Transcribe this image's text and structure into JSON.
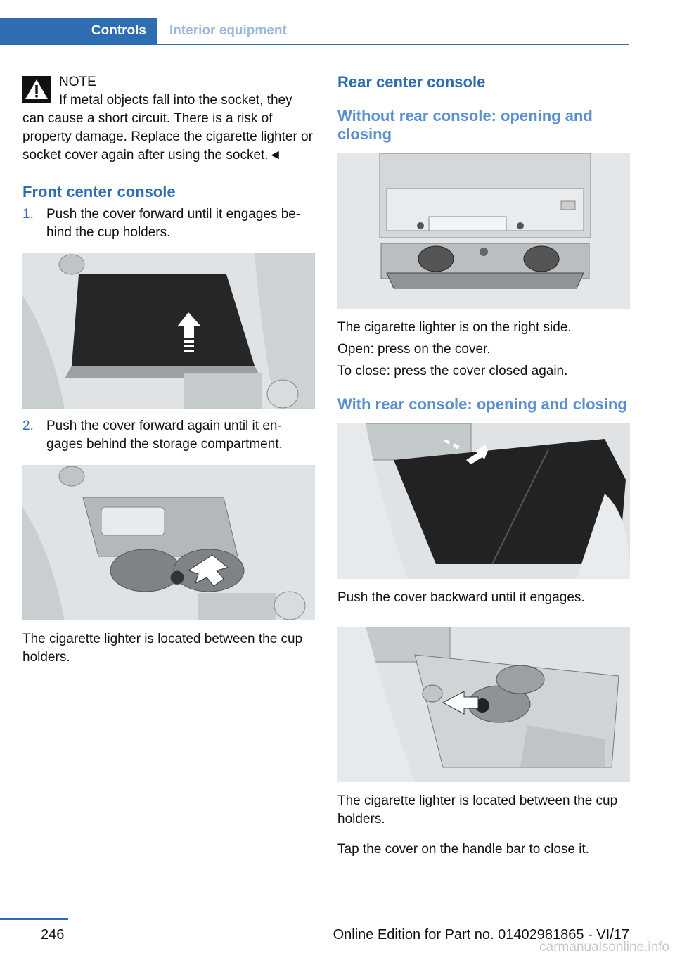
{
  "header": {
    "tab_active": "Controls",
    "tab_inactive": "Interior equipment"
  },
  "note": {
    "icon": "warning-triangle-icon",
    "title": "NOTE",
    "line1": "If metal objects fall into the socket, they",
    "rest": "can cause a short circuit. There is a risk of property damage. Replace the cigarette lighter or socket cover again after using the socket.◄"
  },
  "front": {
    "heading": "Front center console",
    "step1_num": "1.",
    "step1_text": "Push the cover forward until it engages be-hind the cup holders.",
    "step2_num": "2.",
    "step2_text": "Push the cover forward again until it en-gages behind the storage compartment.",
    "caption": "The cigarette lighter is located between the cup holders."
  },
  "rear": {
    "heading": "Rear center console",
    "sub1": "Without rear console: opening and closing",
    "p1": "The cigarette lighter is on the right side.",
    "p2": "Open: press on the cover.",
    "p3": "To close: press the cover closed again.",
    "sub2": "With rear console: opening and closing",
    "p4": "Push the cover backward until it engages.",
    "p5": "The cigarette lighter is located between the cup holders.",
    "p6": "Tap the cover on the handle bar to close it."
  },
  "footer": {
    "page_number": "246",
    "edition": "Online Edition for Part no. 01402981865 - VI/17",
    "watermark": "carmanualsonline.info"
  },
  "colors": {
    "accent": "#2f6db3",
    "subheading": "#5b8fd0"
  }
}
